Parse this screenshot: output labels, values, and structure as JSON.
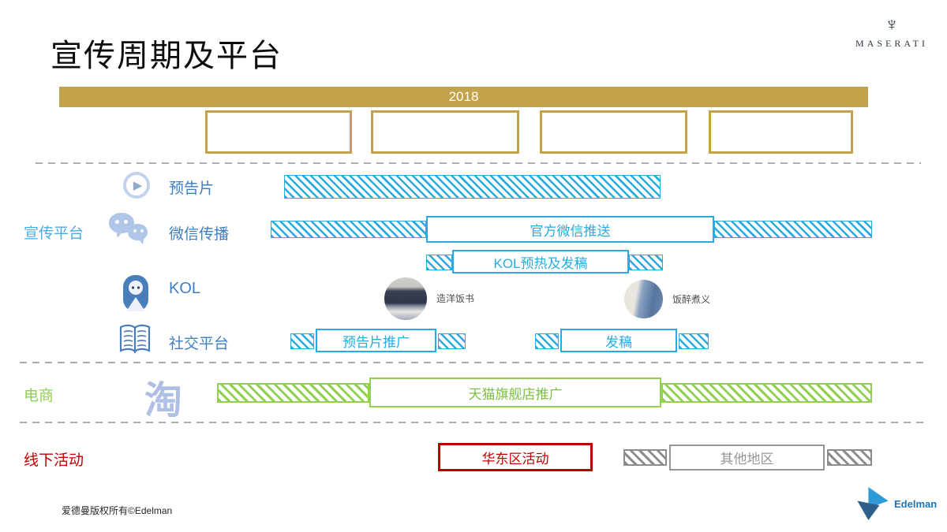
{
  "title": "宣传周期及平台",
  "brand": {
    "maserati": "MASERATI",
    "trident_glyph": "♆"
  },
  "timeline": {
    "year": "2018"
  },
  "groups": {
    "platform": "宣传平台",
    "ecommerce": "电商",
    "offline": "线下活动"
  },
  "rows": {
    "trailer": {
      "label": "预告片"
    },
    "wechat": {
      "label": "微信传播",
      "bar_label": "官方微信推送"
    },
    "kol_push": {
      "bar_label": "KOL预热及发稿"
    },
    "kol": {
      "label": "KOL",
      "influencers": [
        {
          "name": "造洋饭书"
        },
        {
          "name": "饭醉煮义"
        }
      ]
    },
    "social": {
      "label": "社交平台",
      "bar1_label": "预告片推广",
      "bar2_label": "发稿"
    },
    "tmall": {
      "taobao_glyph": "淘",
      "bar_label": "天猫旗舰店推广"
    },
    "offline": {
      "bar1_label": "华东区活动",
      "bar2_label": "其他地区"
    }
  },
  "icons": {
    "play_glyph": "▶"
  },
  "footer": {
    "copyright": "爱德曼版权所有©Edelman",
    "edelman": "Edelman"
  },
  "colors": {
    "gold": "#C2A24A",
    "cyan": "#29ABE2",
    "row_label_blue": "#3E7EC1",
    "platform_blue": "#4AABE1",
    "green": "#92D050",
    "red": "#C00000",
    "gray": "#969696",
    "periwinkle": "#AFC6E8",
    "steel_blue": "#4A7EBB"
  }
}
